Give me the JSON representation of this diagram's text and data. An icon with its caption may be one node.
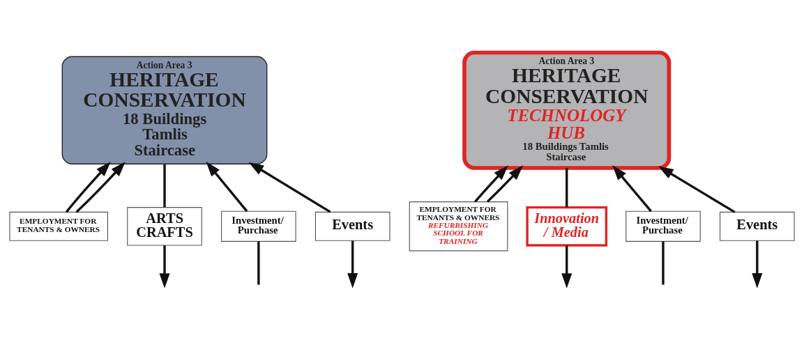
{
  "diagram": {
    "nodes": [
      {
        "text": [
          "Action Area 3",
          "HERITAGE CONSERVATION",
          "18 Buildings Tamlis Staircase"
        ]
      },
      {
        "text": [
          "EMPLOYMENT FOR TENANTS & OWNERS"
        ]
      },
      {
        "text": [
          "ARTS CRAFTS"
        ]
      },
      {
        "text": [
          "Investment/ Purchase"
        ]
      },
      {
        "text": [
          "Events"
        ]
      },
      {
        "text": [
          "Action Area 3",
          "HERITAGE CONSERVATION",
          "TECHNOLOGY HUB",
          "18 Buildings Tamlis Staircase"
        ]
      },
      {
        "text": [
          "EMPLOYMENT FOR TENANTS & OWNERS",
          "REFURBISHING SCHOOL FOR TRAINING"
        ]
      },
      {
        "text": [
          "Innovation / Media"
        ]
      },
      {
        "text": [
          "Investment/ Purchase"
        ]
      },
      {
        "text": [
          "Events"
        ]
      }
    ],
    "edges": [
      {
        "from": 1,
        "to": 0,
        "arrow": "to"
      },
      {
        "from": 1,
        "to": 0,
        "arrow": "to"
      },
      {
        "from": 0,
        "to": 2,
        "arrow": "none"
      },
      {
        "from": 2,
        "to": null,
        "arrow": "to"
      },
      {
        "from": null,
        "to": 3,
        "arrow": "none"
      },
      {
        "from": 3,
        "to": 0,
        "arrow": "to"
      },
      {
        "from": 4,
        "to": 0,
        "arrow": "to"
      },
      {
        "from": 4,
        "to": null,
        "arrow": "to"
      },
      {
        "from": 6,
        "to": 5,
        "arrow": "to"
      },
      {
        "from": 6,
        "to": 5,
        "arrow": "to"
      },
      {
        "from": 5,
        "to": 7,
        "arrow": "none"
      },
      {
        "from": 7,
        "to": null,
        "arrow": "to"
      },
      {
        "from": null,
        "to": 8,
        "arrow": "none"
      },
      {
        "from": 8,
        "to": 5,
        "arrow": "to"
      },
      {
        "from": 9,
        "to": 5,
        "arrow": "to"
      },
      {
        "from": 9,
        "to": null,
        "arrow": "to"
      }
    ]
  }
}
